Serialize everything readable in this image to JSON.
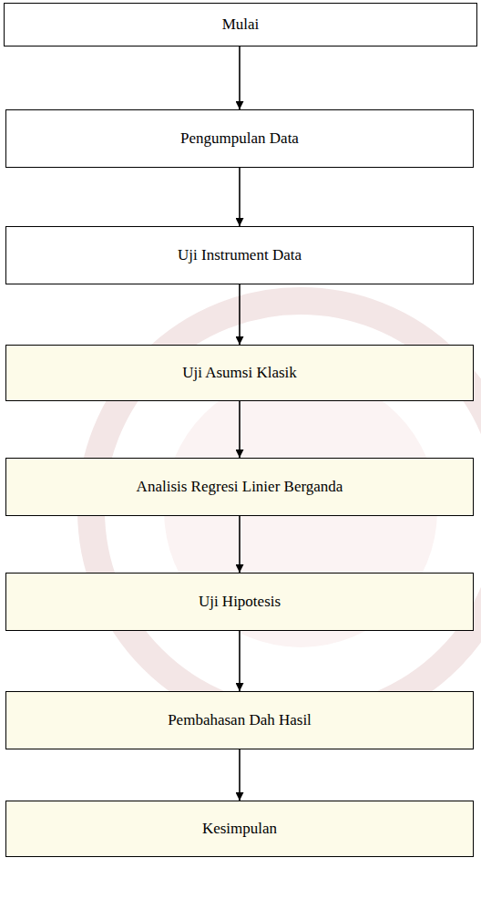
{
  "diagram": {
    "nodes": [
      {
        "text": [
          "Mulai"
        ]
      },
      {
        "text": [
          "Pengumpulan Data"
        ]
      },
      {
        "text": [
          "Uji Instrument Data"
        ]
      },
      {
        "text": [
          "Uji Asumsi Klasik"
        ]
      },
      {
        "text": [
          "Analisis Regresi Linier Berganda"
        ]
      },
      {
        "text": [
          "Uji Hipotesis"
        ]
      },
      {
        "text": [
          "Pembahasan Dah Hasil"
        ]
      },
      {
        "text": [
          "Kesimpulan"
        ]
      }
    ],
    "edges": [
      {
        "from": 0,
        "to": 1,
        "arrow": "to"
      },
      {
        "from": 1,
        "to": 2,
        "arrow": "to"
      },
      {
        "from": 2,
        "to": 3,
        "arrow": "to"
      },
      {
        "from": 3,
        "to": 4,
        "arrow": "to"
      },
      {
        "from": 4,
        "to": 5,
        "arrow": "to"
      },
      {
        "from": 5,
        "to": 6,
        "arrow": "to"
      },
      {
        "from": 6,
        "to": 7,
        "arrow": "to"
      }
    ]
  }
}
